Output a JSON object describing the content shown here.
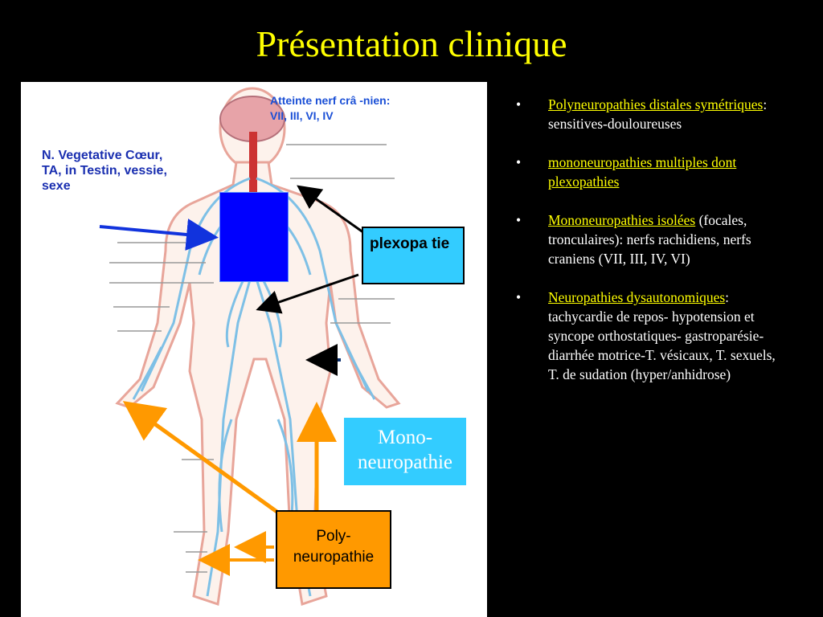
{
  "slide": {
    "title": "Présentation clinique"
  },
  "figure": {
    "label_cranial": "Atteinte nerf crâ -nien: VII, III, VI, IV",
    "label_vegetative": "N. Vegetative Cœur, TA, in Testin, vessie, sexe",
    "label_plexopathie": "plexopa tie",
    "label_mono": "Mono-neuropathie",
    "label_poly": "Poly-neuropathie"
  },
  "bullets": [
    {
      "highlight": "Polyneuropathies distales symétriques",
      "rest": ": sensitives-douloureuses"
    },
    {
      "highlight": "mononeuropathies multiples dont plexopathies",
      "rest": ""
    },
    {
      "highlight": "Mononeuropathies isolées",
      "rest": " (focales, tronculaires): nerfs rachidiens, nerfs craniens (VII, III, IV, VI)"
    },
    {
      "highlight": "Neuropathies dysautonomiques",
      "rest": ": tachycardie de repos- hypotension et syncope orthostatiques- gastroparésie- diarrhée motrice-T. vésicaux, T. sexuels, T. de sudation (hyper/anhidrose)"
    }
  ],
  "colors": {
    "title": "#ffff00",
    "highlight": "#ffff00",
    "plexo_box": "#33ccff",
    "poly_box": "#ff9900",
    "organ_box": "#0000ff"
  }
}
